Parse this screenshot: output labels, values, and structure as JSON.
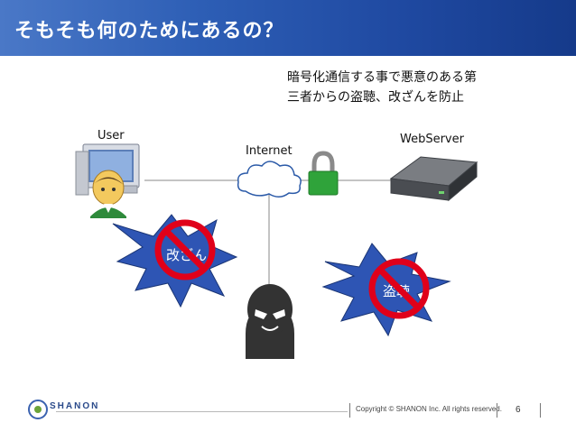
{
  "header": {
    "title": "そもそも何のためにあるの？"
  },
  "description": {
    "line1": "暗号化通信する事で悪意のある第",
    "line2": "三者からの盗聴、改ざんを防止"
  },
  "labels": {
    "user": "User",
    "internet": "Internet",
    "webserver": "WebServer",
    "tampering": "改ざん",
    "eavesdrop": "盗聴"
  },
  "footer": {
    "logo": "SHANON",
    "copyright": "Copyright © SHANON Inc. All rights reserved.",
    "page_number": "6"
  },
  "colors": {
    "header": "#1f49a1",
    "burst": "#2e55b4",
    "prohibit": "#e0001a",
    "lock": "#2fa33a"
  },
  "icons": [
    "user-computer-icon",
    "cloud-icon",
    "lock-icon",
    "server-icon",
    "hacker-icon",
    "prohibit-icon"
  ]
}
